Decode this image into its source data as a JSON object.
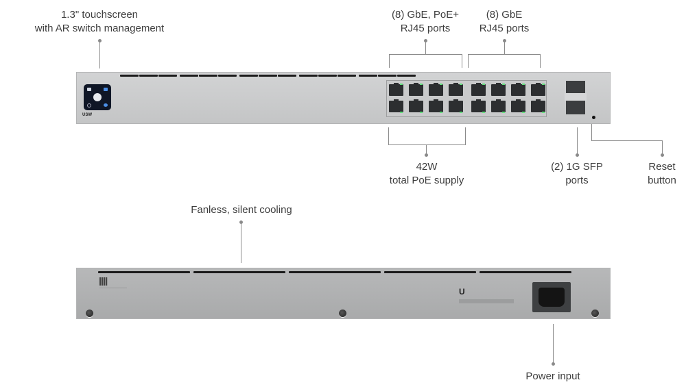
{
  "callouts": {
    "touchscreen": {
      "line1": "1.3\" touchscreen",
      "line2": "with AR switch management"
    },
    "poe_ports": {
      "line1": "(8) GbE, PoE+",
      "line2": "RJ45 ports"
    },
    "gbe_ports": {
      "line1": "(8) GbE",
      "line2": "RJ45 ports"
    },
    "poe_supply": {
      "line1": "42W",
      "line2": "total PoE supply"
    },
    "sfp_ports": {
      "line1": "(2) 1G SFP",
      "line2": "ports"
    },
    "reset": {
      "line1": "Reset",
      "line2": "button"
    },
    "cooling": {
      "line1": "Fanless, silent cooling"
    },
    "power": {
      "line1": "Power input"
    }
  },
  "device": {
    "front_brand": "USW",
    "rear_logo": "U",
    "poe_port_count": 8,
    "gbe_port_count": 8,
    "sfp_port_count": 2,
    "led_color": "#5fe07a",
    "screen_color": "#0f1626"
  }
}
